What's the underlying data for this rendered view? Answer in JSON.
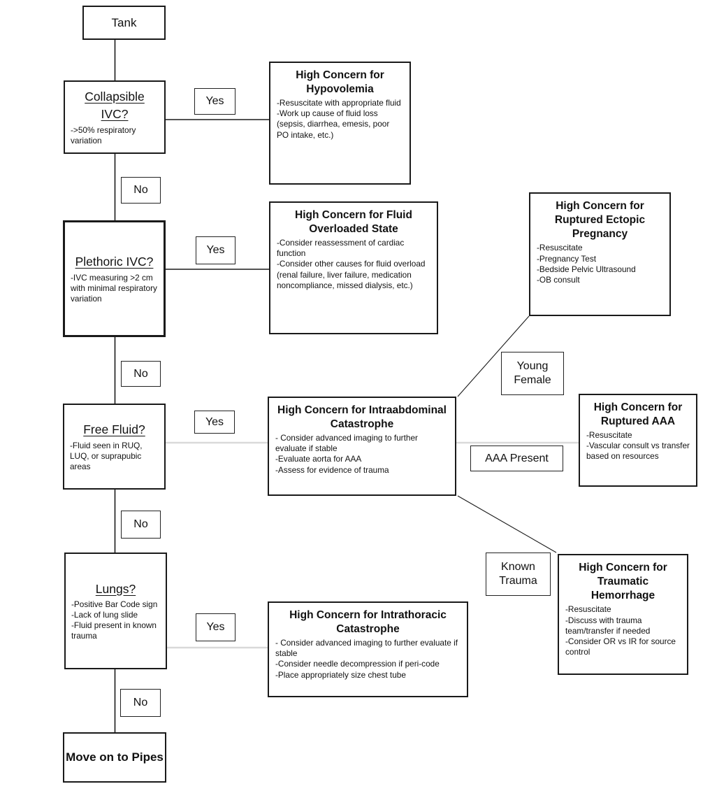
{
  "flowchart": {
    "colors": {
      "line": "#1a1a1a",
      "light_line": "#d9d9d9",
      "background": "#ffffff"
    },
    "tank": {
      "label": "Tank"
    },
    "collapsible_ivc": {
      "title": "Collapsible IVC?",
      "bullets": [
        "->50% respiratory variation"
      ]
    },
    "hypovolemia": {
      "title": "High Concern for Hypovolemia",
      "bullets": [
        "-Resuscitate with appropriate fluid",
        "-Work up cause of fluid loss (sepsis, diarrhea, emesis, poor PO intake, etc.)"
      ]
    },
    "plethoric_ivc": {
      "title": "Plethoric IVC?",
      "bullets": [
        "-IVC measuring >2 cm with minimal respiratory variation"
      ]
    },
    "fluid_overload": {
      "title": "High Concern for Fluid Overloaded State",
      "bullets": [
        "-Consider reassessment of cardiac function",
        "-Consider other causes for fluid overload (renal failure, liver failure, medication noncompliance, missed dialysis, etc.)"
      ]
    },
    "ectopic": {
      "title": "High Concern for Ruptured Ectopic Pregnancy",
      "bullets": [
        "-Resuscitate",
        "-Pregnancy Test",
        "-Bedside Pelvic Ultrasound",
        "-OB consult"
      ]
    },
    "free_fluid": {
      "title": "Free Fluid?",
      "bullets": [
        "-Fluid seen in RUQ, LUQ, or suprapubic areas"
      ]
    },
    "intraabdominal": {
      "title": "High Concern for Intraabdominal Catastrophe",
      "bullets": [
        "- Consider advanced imaging to further evaluate if stable",
        "-Evaluate aorta for AAA",
        "-Assess for evidence of trauma"
      ]
    },
    "ruptured_aaa": {
      "title": "High Concern for Ruptured AAA",
      "bullets": [
        "-Resuscitate",
        "-Vascular consult vs transfer based on resources"
      ]
    },
    "lungs": {
      "title": "Lungs?",
      "bullets": [
        "-Positive Bar Code sign",
        "-Lack of lung slide",
        "-Fluid present in known trauma"
      ]
    },
    "intrathoracic": {
      "title": "High Concern for Intrathoracic Catastrophe",
      "bullets": [
        "- Consider advanced imaging to further evaluate if stable",
        "-Consider needle decompression if peri-code",
        "-Place appropriately size chest tube"
      ]
    },
    "traumatic": {
      "title": "High Concern for Traumatic Hemorrhage",
      "bullets": [
        "-Resuscitate",
        "-Discuss with trauma team/transfer if needed",
        "-Consider OR vs IR for source control"
      ]
    },
    "pipes": {
      "label": "Move on to Pipes"
    },
    "labels": {
      "yes1": "Yes",
      "no1": "No",
      "yes2": "Yes",
      "no2": "No",
      "yes3": "Yes",
      "no3": "No",
      "yes4": "Yes",
      "no4": "No",
      "young_female": "Young Female",
      "aaa_present": "AAA Present",
      "known_trauma": "Known Trauma"
    }
  }
}
